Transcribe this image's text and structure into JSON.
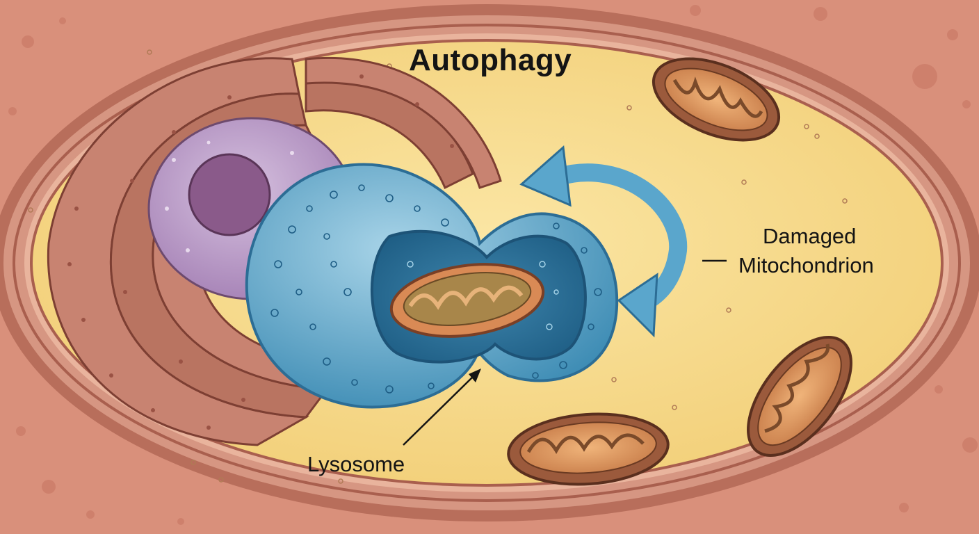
{
  "title": "Autophagy",
  "labels": {
    "damaged_line1": "Damaged",
    "damaged_line2": "Mitochondrion",
    "lysosome": "Lysosome"
  },
  "colors": {
    "background_tissue": "#d9907b",
    "cell_membrane": "#a95f4e",
    "cytoplasm": "#f6dc8a",
    "nucleus": "#c2a6cf",
    "nucleolus": "#8a5a8a",
    "er_fold": "#c88371",
    "lysosome": "#6fb0d0",
    "arrow": "#5aa6cc",
    "mitochondrion_outer": "#9b5a3c",
    "mitochondrion_inner": "#e0a06a"
  }
}
